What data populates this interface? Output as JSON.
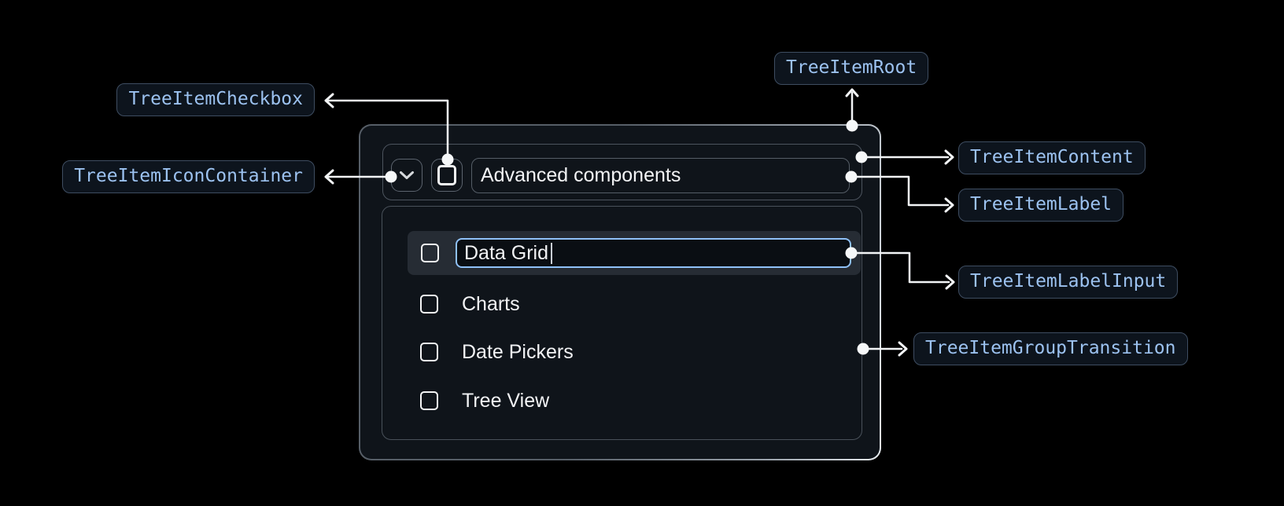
{
  "annotations": {
    "root": "TreeItemRoot",
    "checkbox": "TreeItemCheckbox",
    "icon_container": "TreeItemIconContainer",
    "content": "TreeItemContent",
    "label": "TreeItemLabel",
    "label_input": "TreeItemLabelInput",
    "group_transition": "TreeItemGroupTransition"
  },
  "tree_item": {
    "label": "Advanced components",
    "expanded": true,
    "icon": "chevron-down",
    "children": [
      {
        "label": "Data Grid",
        "editing": true,
        "checked": false
      },
      {
        "label": "Charts",
        "checked": false
      },
      {
        "label": "Date Pickers",
        "checked": false
      },
      {
        "label": "Tree View",
        "checked": false
      }
    ]
  },
  "colors": {
    "page_background": "#000000",
    "panel_background": "#0f141a",
    "panel_border": "#565e67",
    "inner_border": "#4c545e",
    "selected_row_background": "#262c34",
    "input_focus_border": "#8fc1f8",
    "annotation_text": "#9cc2f0",
    "annotation_border": "#3e4d61",
    "annotation_background": "#0d141d",
    "connector": "#f2f4f6",
    "text": "#f2f3f5"
  }
}
